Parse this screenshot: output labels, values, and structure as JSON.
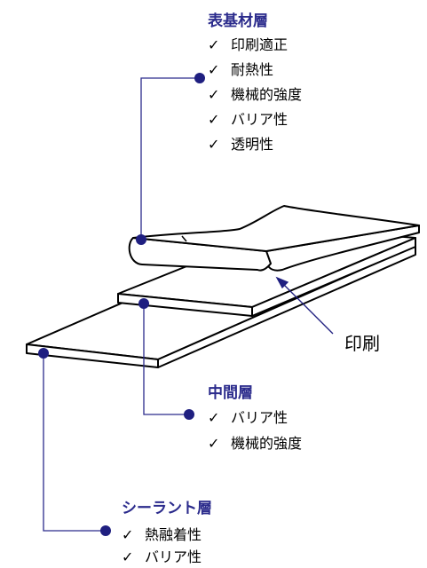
{
  "colors": {
    "heading": "#2b2b8c",
    "leader": "#2b2b8c",
    "dot": "#1f1f80",
    "outline": "#000000"
  },
  "check_icon": "check-mark",
  "layers": {
    "surface": {
      "title": "表基材層",
      "items": [
        "印刷適正",
        "耐熱性",
        "機械的強度",
        "バリア性",
        "透明性"
      ]
    },
    "middle": {
      "title": "中間層",
      "items": [
        "バリア性",
        "機械的強度"
      ]
    },
    "sealant": {
      "title": "シーラント層",
      "items": [
        "熱融着性",
        "バリア性"
      ]
    }
  },
  "print_label": "印刷"
}
